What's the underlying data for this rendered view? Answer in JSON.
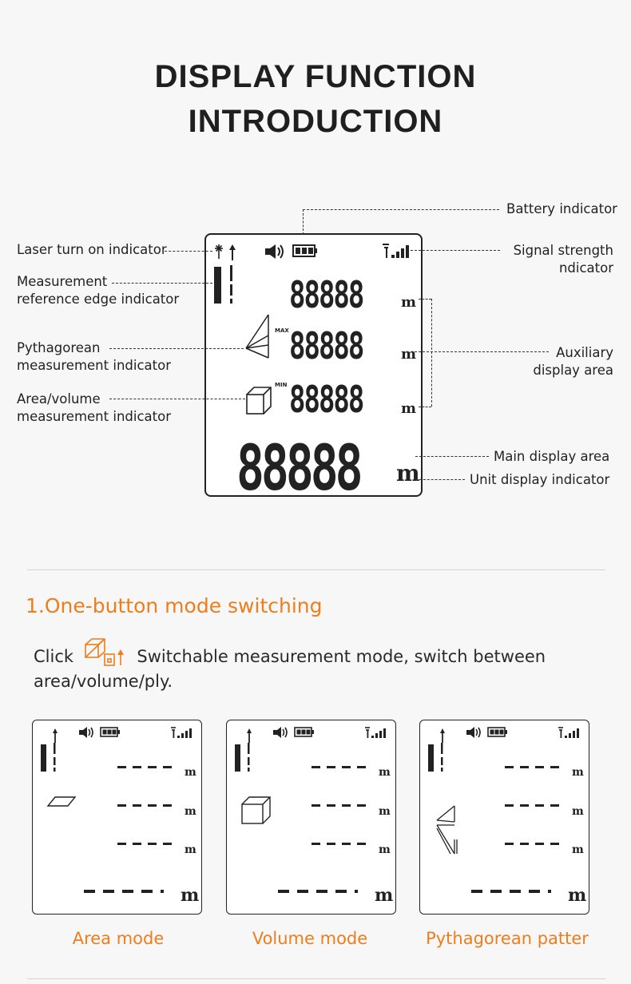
{
  "header": {
    "title_line1": "DISPLAY FUNCTION",
    "title_line2": "INTRODUCTION"
  },
  "diagram": {
    "labels": {
      "battery": "Battery indicator",
      "laser": "Laser turn on indicator",
      "signal_line1": "Signal strength",
      "signal_line2": "ndicator",
      "reference_line1": "Measurement",
      "reference_line2": "reference edge indicator",
      "pythagorean_line1": "Pythagorean",
      "pythagorean_line2": "measurement indicator",
      "auxiliary_line1": "Auxiliary",
      "auxiliary_line2": "display area",
      "area_line1": "Area/volume",
      "area_line2": "measurement indicator",
      "main_display": "Main display area",
      "unit_display": "Unit display indicator"
    },
    "lcd": {
      "digits": "88888",
      "max_label": "MAX",
      "min_label": "MIN",
      "unit": "m"
    }
  },
  "section1": {
    "title": "1.One-button mode switching",
    "desc_prefix": "Click",
    "desc_text": "Switchable measurement mode, switch between",
    "desc_line2": "area/volume/ply."
  },
  "modes": [
    {
      "caption": "Area mode",
      "icon": "area-icon"
    },
    {
      "caption": "Volume mode",
      "icon": "volume-icon"
    },
    {
      "caption": "Pythagorean patter",
      "icon": "pythagorean-icon"
    }
  ],
  "mini_lcd": {
    "unit": "m"
  },
  "colors": {
    "accent": "#ef7d1c",
    "text": "#222222",
    "background": "#f7f7f7"
  }
}
